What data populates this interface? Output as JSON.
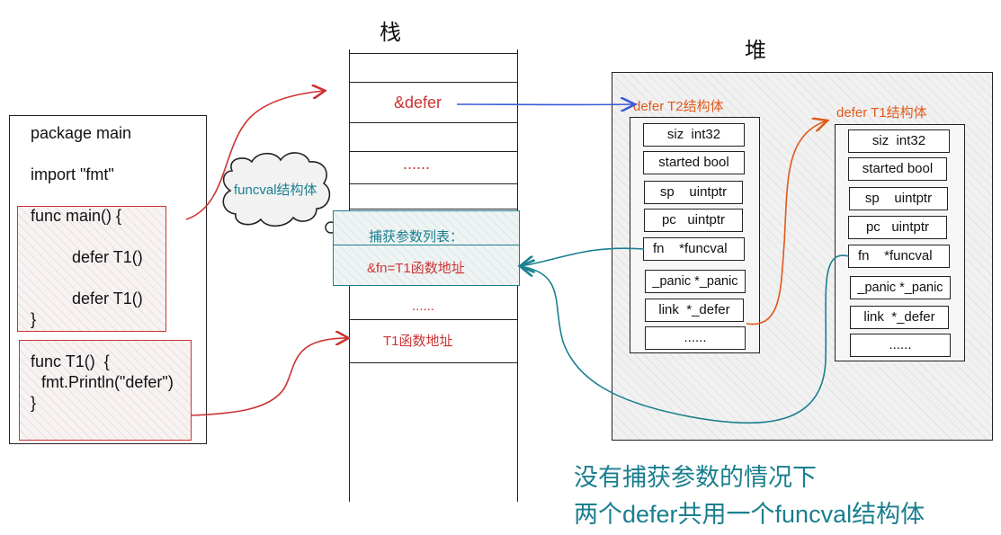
{
  "stack": {
    "title": "栈",
    "defer_ref": "&defer",
    "ellipsis_1": "......",
    "capture_title": "捕获参数列表：",
    "capture_value": "&fn=T1函数地址",
    "ellipsis_2": "......",
    "t1_addr": "T1函数地址"
  },
  "heap": {
    "title": "堆",
    "t2_label": "defer T2结构体",
    "t1_label": "defer T1结构体",
    "t2_fields": [
      "siz  int32",
      "started bool",
      "sp    uintptr",
      "pc   uintptr",
      "fn    *funcval",
      "_panic *_panic",
      "link  *_defer",
      "......"
    ],
    "t1_fields": [
      "siz  int32",
      "started bool",
      "sp    uintptr",
      "pc   uintptr",
      "fn    *funcval",
      "_panic *_panic",
      "link  *_defer",
      "......"
    ]
  },
  "code": {
    "line_package": "package main",
    "line_import": "import \"fmt\"",
    "line_func_main": "func main() {",
    "line_defer1": "defer T1()",
    "line_defer2": "defer T1()",
    "line_close_main": "}",
    "line_func_t1": "func T1()  {",
    "line_println": "fmt.Println(\"defer\")",
    "line_close_t1": "}"
  },
  "cloud_label": "funcval结构体",
  "caption": {
    "line1": "没有捕获参数的情况下",
    "line2": "两个defer共用一个funcval结构体"
  },
  "colors": {
    "red": "#cc3333",
    "orange": "#e05a1a",
    "teal": "#1a7f8f",
    "blue": "#3b5bd6"
  }
}
